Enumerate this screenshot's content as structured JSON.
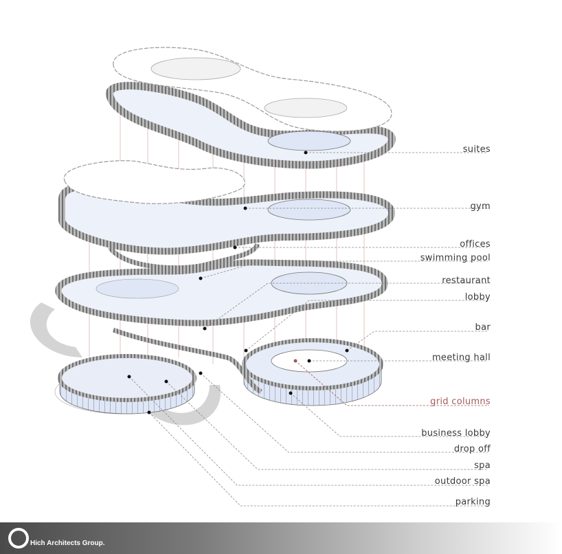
{
  "labels": [
    {
      "key": "suites",
      "text": "suites"
    },
    {
      "key": "gym",
      "text": "gym"
    },
    {
      "key": "offices",
      "text": "offices"
    },
    {
      "key": "swimming-pool",
      "text": "swimming pool"
    },
    {
      "key": "restaurant",
      "text": "restaurant"
    },
    {
      "key": "lobby",
      "text": "lobby"
    },
    {
      "key": "bar",
      "text": "bar"
    },
    {
      "key": "meeting-hall",
      "text": "meeting hall"
    },
    {
      "key": "grid-columns",
      "text": "grid columns"
    },
    {
      "key": "business-lobby",
      "text": "business lobby"
    },
    {
      "key": "drop-off",
      "text": "drop off"
    },
    {
      "key": "spa",
      "text": "spa"
    },
    {
      "key": "outdoor-spa",
      "text": "outdoor spa"
    },
    {
      "key": "parking",
      "text": "parking"
    }
  ],
  "footer": {
    "brand": "Hich Architects Group."
  },
  "colors": {
    "accent": "#a25a5a",
    "slab": "#8a8a8a",
    "glass": "#dfe6f5",
    "leader": "#888888"
  }
}
